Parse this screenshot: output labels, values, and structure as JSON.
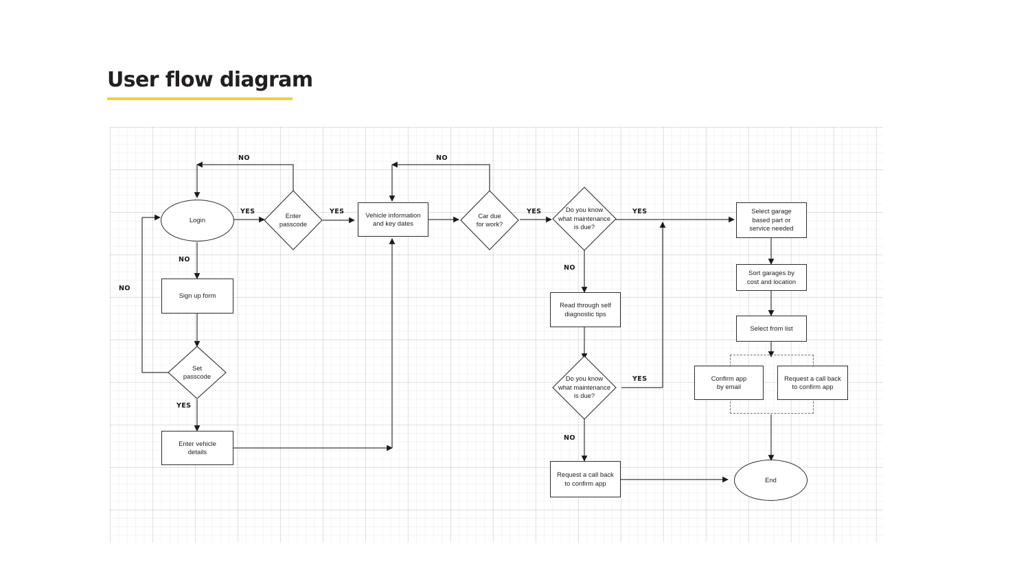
{
  "page": {
    "title": "User flow diagram",
    "accent_color": "#f2d233",
    "text_color": "#231f20",
    "canvas_background": "#ffffff",
    "stroke_color": "#2b2b2b"
  },
  "diagram": {
    "type": "flowchart",
    "nodes": [
      {
        "id": "login",
        "shape": "ellipse",
        "label": "Login"
      },
      {
        "id": "enter-passcode",
        "shape": "diamond",
        "label": "Enter\npasscode",
        "line1": "Enter",
        "line2": "passcode"
      },
      {
        "id": "sign-up-form",
        "shape": "rect",
        "label": "Sign up form"
      },
      {
        "id": "set-passcode",
        "shape": "diamond",
        "label": "Set\npasscode",
        "line1": "Set",
        "line2": "passcode"
      },
      {
        "id": "enter-vehicle-details",
        "shape": "rect",
        "label": "Enter vehicle\ndetails",
        "line1": "Enter vehicle",
        "line2": "details"
      },
      {
        "id": "vehicle-information",
        "shape": "rect",
        "label": "Vehicle information\nand key dates",
        "line1": "Vehicle information",
        "line2": "and key dates"
      },
      {
        "id": "car-due-for-work",
        "shape": "diamond",
        "label": "Car due\nfor work?",
        "line1": "Car due",
        "line2": "for work?"
      },
      {
        "id": "maintenance-known-1",
        "shape": "diamond",
        "label": "Do you know\nwhat maintenance\nis due?",
        "line1": "Do you know",
        "line2": "what maintenance",
        "line3": "is due?"
      },
      {
        "id": "self-diagnostic-tips",
        "shape": "rect",
        "label": "Read through self\ndiagnostic tips",
        "line1": "Read through self",
        "line2": "diagnostic tips"
      },
      {
        "id": "maintenance-known-2",
        "shape": "diamond",
        "label": "Do you know\nwhat maintenance\nis due?",
        "line1": "Do you know",
        "line2": "what maintenance",
        "line3": "is due?"
      },
      {
        "id": "request-call-back-lower",
        "shape": "rect",
        "label": "Request a call back\nto confirm app",
        "line1": "Request a call back",
        "line2": "to confirm app"
      },
      {
        "id": "select-garage",
        "shape": "rect",
        "label": "Select garage\nbased part or\nservice needed",
        "line1": "Select garage",
        "line2": "based part or",
        "line3": "service needed"
      },
      {
        "id": "sort-garages",
        "shape": "rect",
        "label": "Sort garages by\ncost and location",
        "line1": "Sort garages by",
        "line2": "cost and location"
      },
      {
        "id": "select-from-list",
        "shape": "rect",
        "label": "Select from list"
      },
      {
        "id": "confirm-app-email",
        "shape": "rect",
        "label": "Confirm app\nby email",
        "line1": "Confirm app",
        "line2": "by email"
      },
      {
        "id": "request-call-back-group",
        "shape": "rect",
        "label": "Request a call back\nto confirm app",
        "line1": "Request a call back",
        "line2": "to confirm app"
      },
      {
        "id": "end",
        "shape": "ellipse",
        "label": "End"
      }
    ],
    "edge_labels": [
      {
        "id": "no-passcode-to-login",
        "text": "NO"
      },
      {
        "id": "yes-login-to-passcode",
        "text": "YES"
      },
      {
        "id": "yes-passcode-to-vehicle",
        "text": "YES"
      },
      {
        "id": "no-login-to-signup",
        "text": "NO"
      },
      {
        "id": "no-setpasscode-to-login",
        "text": "NO"
      },
      {
        "id": "yes-setpasscode-to-details",
        "text": "YES"
      },
      {
        "id": "no-cardue-to-vehicle",
        "text": "NO"
      },
      {
        "id": "yes-cardue-to-maint",
        "text": "YES"
      },
      {
        "id": "yes-maint1-to-garage",
        "text": "YES"
      },
      {
        "id": "no-maint1-to-tips",
        "text": "NO"
      },
      {
        "id": "yes-maint2-to-garage",
        "text": "YES"
      },
      {
        "id": "no-maint2-to-callback",
        "text": "NO"
      }
    ]
  }
}
